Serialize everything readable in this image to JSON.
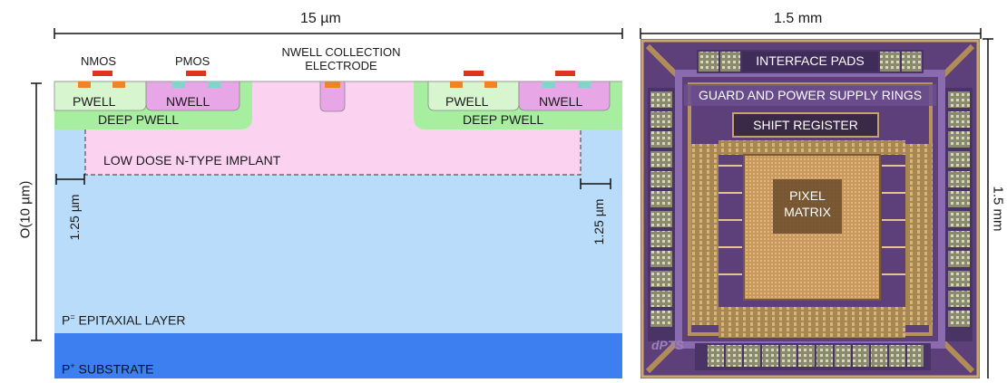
{
  "cross_section": {
    "width_dim": "15 µm",
    "depth_dim": "O(10 µm)",
    "gap_left": "1.25 µm",
    "gap_right": "1.25 µm",
    "nmos": "NMOS",
    "pmos": "PMOS",
    "collection_line1": "NWELL COLLECTION",
    "collection_line2": "ELECTRODE",
    "pwell": "PWELL",
    "nwell": "NWELL",
    "deep_pwell": "DEEP PWELL",
    "implant": "LOW DOSE N-TYPE IMPLANT",
    "epi_prefix": "P",
    "epi_sup": "=",
    "epi_rest": " EPITAXIAL LAYER",
    "substrate_prefix": "P",
    "substrate_sup": "+",
    "substrate_rest": " SUBSTRATE"
  },
  "chip": {
    "width_dim": "1.5 mm",
    "height_dim": "1.5 mm",
    "interface_pads": "INTERFACE PADS",
    "guard_rings": "GUARD AND POWER SUPPLY RINGS",
    "shift_register": "SHIFT REGISTER",
    "pixel_line1": "PIXEL",
    "pixel_line2": "MATRIX",
    "logo": "dPTS"
  },
  "colors": {
    "epitaxial": "#b9dcfa",
    "substrate": "#3d7ef0",
    "implant": "#fbd3f0",
    "deep_pwell": "#a8eea0",
    "pwell": "#d7f6d0",
    "nwell": "#e7a6e6",
    "gate": "#e0341e",
    "nmos_contact": "#f08424",
    "pmos_contact": "#7fd6c8",
    "chip_bg": "#5d3f7a",
    "chip_gold": "#c4a268"
  }
}
